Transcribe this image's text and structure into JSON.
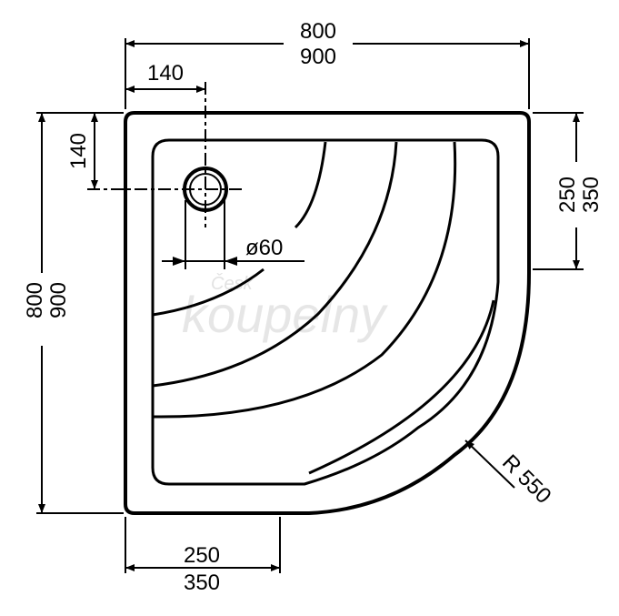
{
  "dimensions": {
    "top_width": [
      "800",
      "900"
    ],
    "offset_left": "140",
    "offset_top": "140",
    "right_height": [
      "250",
      "350"
    ],
    "left_height": [
      "800",
      "900"
    ],
    "bottom_width": [
      "250",
      "350"
    ],
    "drain_diameter": "ø60",
    "radius": "R 550"
  },
  "watermark": {
    "line1": "Česk",
    "line2": "koupelny"
  },
  "colors": {
    "ink": "#000000",
    "watermark": "#e4e4e4"
  }
}
